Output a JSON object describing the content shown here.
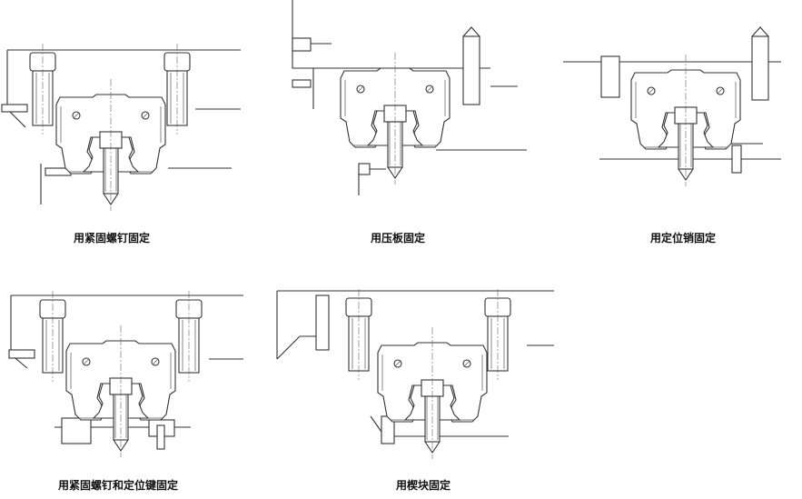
{
  "figures": [
    {
      "caption": "用紧固螺钉固定"
    },
    {
      "caption": "用压板固定"
    },
    {
      "caption": "用定位销固定"
    },
    {
      "caption": "用紧固螺钉和定位键固定"
    },
    {
      "caption": "用楔块固定"
    }
  ]
}
